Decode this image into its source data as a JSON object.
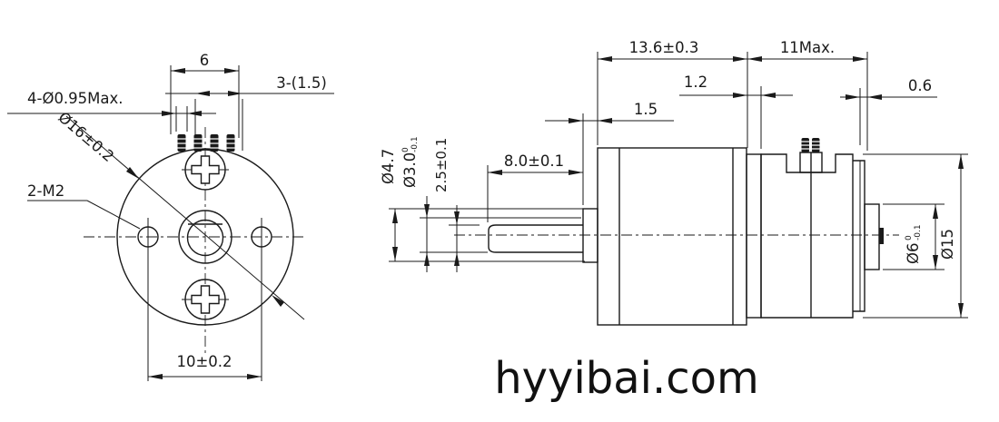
{
  "front_view": {
    "pin_width_label": "6",
    "pin_pitch_label": "3-(1.5)",
    "pin_dia_label": "4-Ø0.95Max.",
    "outer_dia_label": "Ø16±0.2",
    "screw_label": "2-M2",
    "hole_span_label": "10±0.2"
  },
  "side_view": {
    "gearbox_len_label": "13.6±0.3",
    "motor_len_label": "11Max.",
    "plate_label": "1.2",
    "rear_label": "0.6",
    "collar_label": "1.5",
    "shaft_len_label": "8.0±0.1",
    "collar_dia_label": "Ø4.7",
    "shaft_dia_label": "Ø3.0",
    "shaft_dia_tol_upper": "0",
    "shaft_dia_tol_lower": "-0.1",
    "shaft_flat_label": "2.5±0.1",
    "boss_dia_label": "Ø6",
    "boss_dia_tol_upper": "0",
    "boss_dia_tol_lower": "-0.1",
    "body_dia_label": "Ø15"
  },
  "watermark": "hyyibai.com",
  "colors": {
    "line": "#1a1a1a",
    "background": "#ffffff"
  }
}
